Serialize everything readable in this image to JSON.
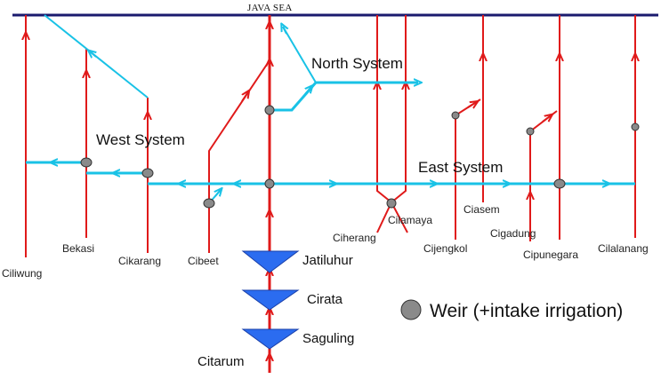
{
  "sea": {
    "label": "JAVA SEA"
  },
  "systems": {
    "north": "North System",
    "west": "West System",
    "east": "East System"
  },
  "rivers": [
    "Ciliwung",
    "Bekasi",
    "Cikarang",
    "Cibeet",
    "Ciherang",
    "Cilamaya",
    "Ciasem",
    "Cijengkol",
    "Cigadung",
    "Cipunegara",
    "Cilalanang"
  ],
  "main_river": "Citarum",
  "dams": [
    "Jatiluhur",
    "Cirata",
    "Saguling"
  ],
  "legend": {
    "weir_label": "Weir (+intake irrigation)"
  },
  "colors": {
    "river": "#e01a1a",
    "canal": "#19c2e6",
    "dam": "#2b6cf0",
    "weir": "#8a8a8a",
    "sea": "#1a1a6e"
  }
}
